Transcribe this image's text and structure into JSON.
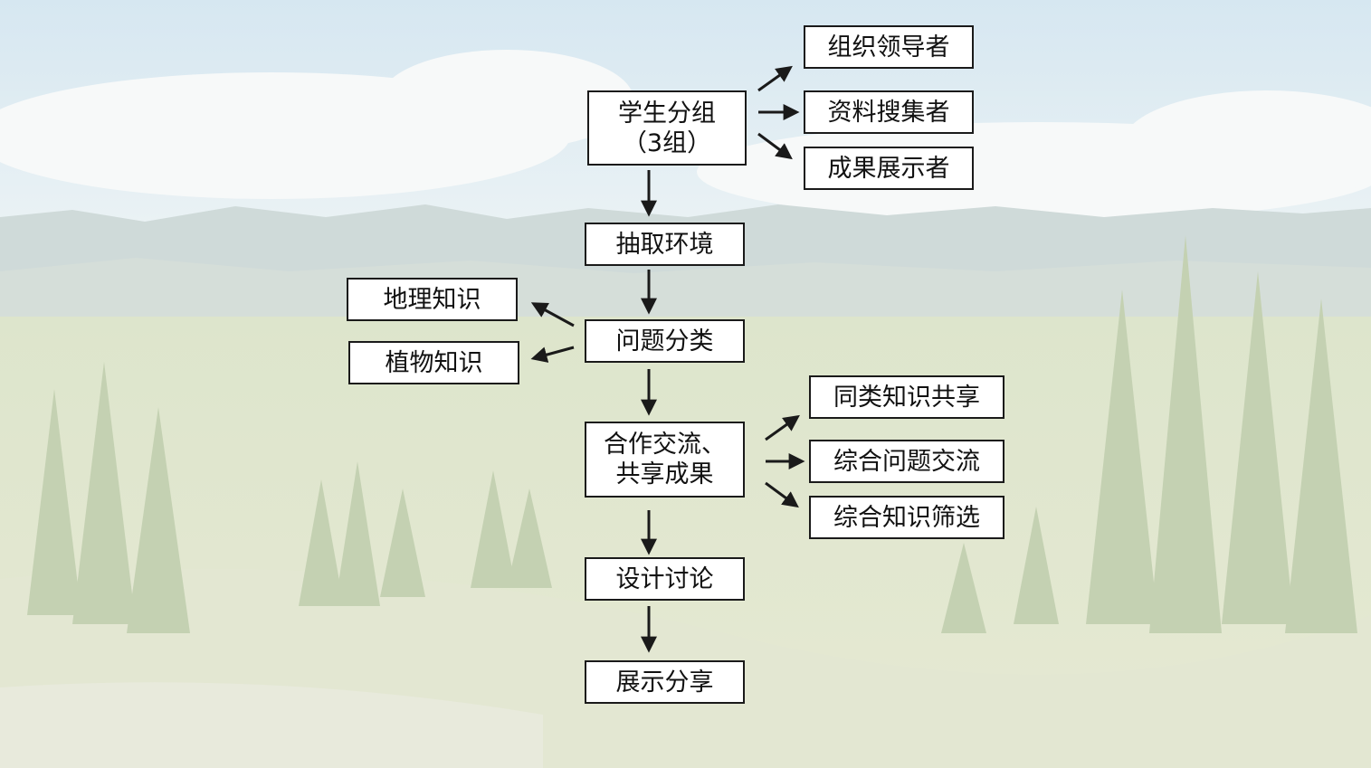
{
  "nodes": {
    "student_grouping": {
      "line1": "学生分组",
      "line2": "（3组）"
    },
    "extract_environment": "抽取环境",
    "question_classification": "问题分类",
    "cooperate_share": {
      "line1": "合作交流、",
      "line2": "共享成果"
    },
    "design_discussion": "设计讨论",
    "presentation_share": "展示分享",
    "organizer": "组织领导者",
    "data_collector": "资料搜集者",
    "result_presenter": "成果展示者",
    "geography_knowledge": "地理知识",
    "plant_knowledge": "植物知识",
    "similar_knowledge_share": "同类知识共享",
    "comprehensive_exchange": "综合问题交流",
    "comprehensive_screening": "综合知识筛选"
  },
  "colors": {
    "sky_top": "#dbeaf2",
    "mountain": "#c9d6d4",
    "grass": "#dfe6c8",
    "tree": "#b9c9a6",
    "box_border": "#1a1a1a",
    "arrow": "#1a1a1a"
  }
}
